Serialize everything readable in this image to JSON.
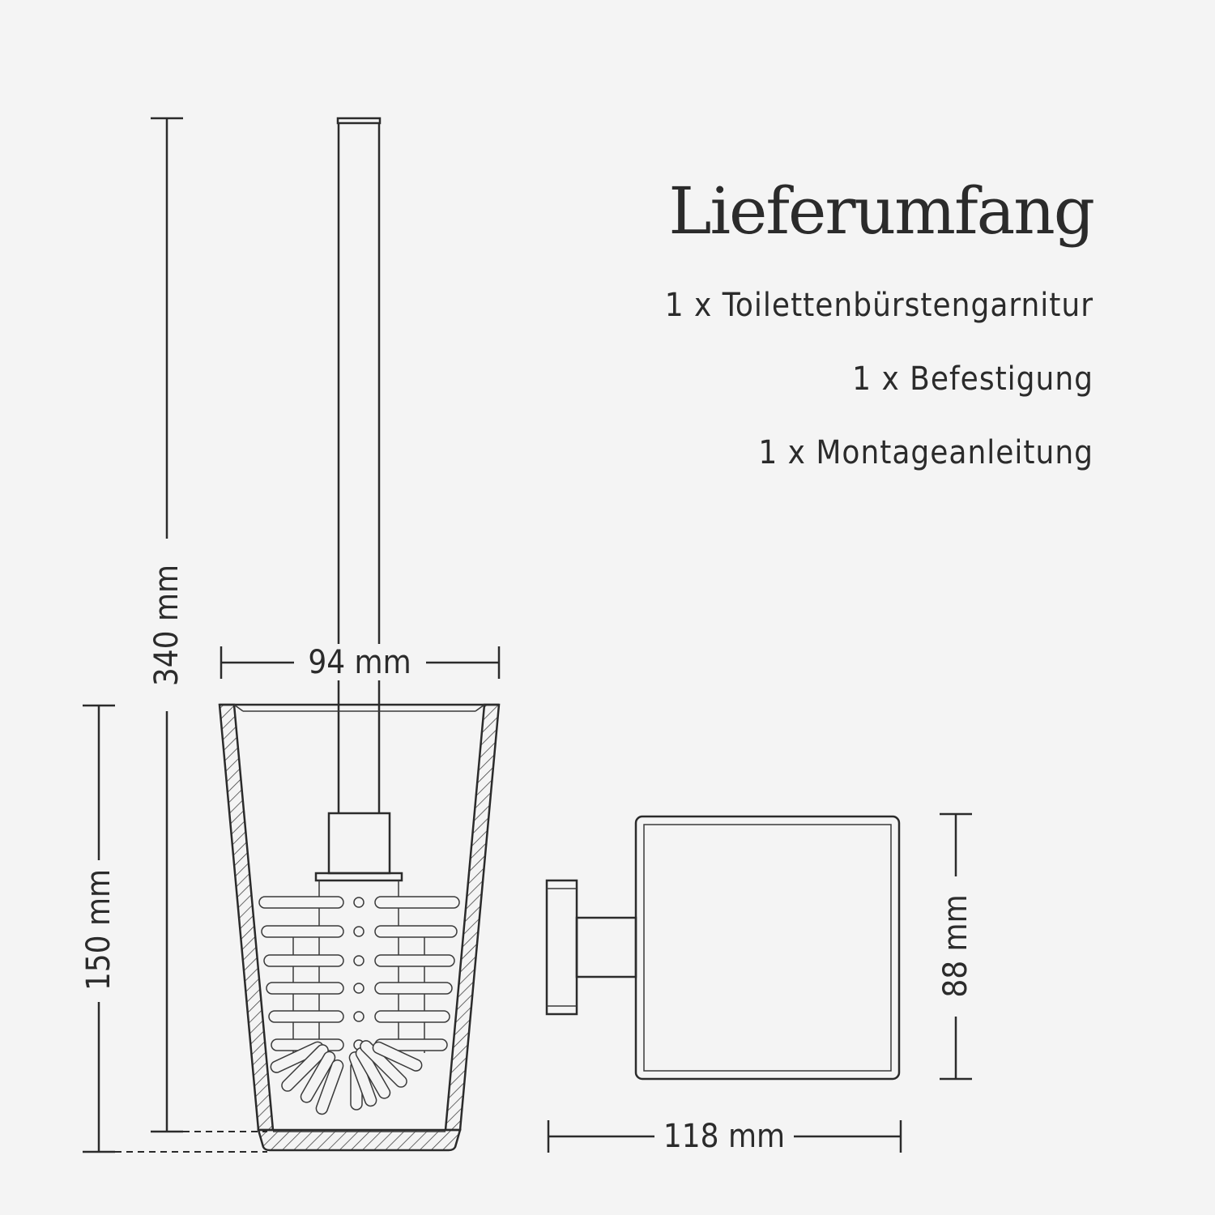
{
  "panel": {
    "title": "Lieferumfang",
    "items": [
      "1 x Toilettenbürstengarnitur",
      "1 x Befestigung",
      "1 x Montageanleitung"
    ]
  },
  "dimensions": {
    "total_height": "340 mm",
    "holder_height": "150 mm",
    "holder_width": "94 mm",
    "bracket_depth": "118 mm",
    "bracket_height": "88 mm"
  },
  "colors": {
    "background": "#f4f4f4",
    "line": "#2b2b2b"
  }
}
